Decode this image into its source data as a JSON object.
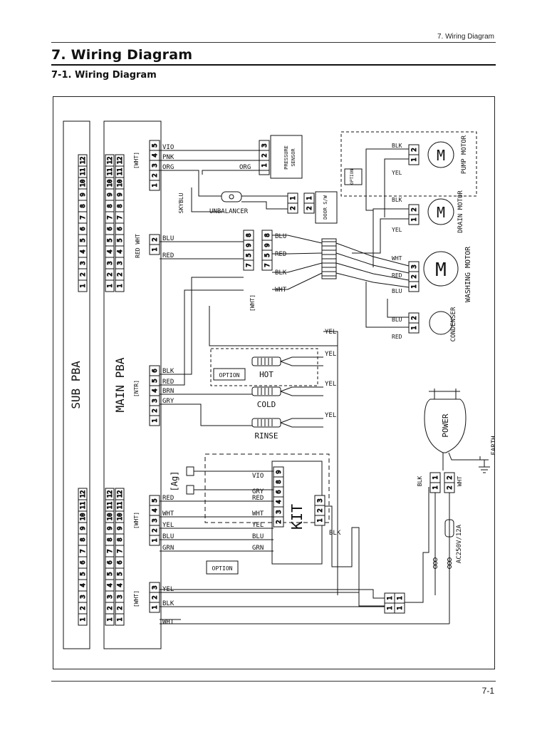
{
  "header": {
    "running_title": "7. Wiring Diagram",
    "title": "7. Wiring Diagram",
    "subtitle": "7-1. Wiring Diagram"
  },
  "footer": {
    "page_number": "7-1"
  },
  "diagram": {
    "boards": {
      "sub": "SUB PBA",
      "main": "MAIN PBA"
    },
    "pin_sequence": [
      "1",
      "2",
      "3",
      "4",
      "5",
      "6",
      "7",
      "8",
      "9",
      "10",
      "11",
      "12"
    ],
    "connector_tags": [
      "[WHT]",
      "RED WHT",
      "[NTR]",
      "[WHT]",
      "[WHT]",
      "[WHT]"
    ],
    "wire_colors": {
      "vio": "VIO",
      "pnk": "PNK",
      "org": "ORG",
      "skyblu": "SKYBLU",
      "blu": "BLU",
      "red": "RED",
      "blk": "BLK",
      "wht": "WHT",
      "yel": "YEL",
      "brn": "BRN",
      "gry": "GRY",
      "grn": "GRN"
    },
    "components": {
      "pressure_sensor": "PRESSURE SENSOR",
      "unbalancer": "UNBALANCER",
      "door_sw": "DOOR S/W",
      "pump_motor": "PUMP MOTOR",
      "drain_motor": "DRAIN MOTOR",
      "washing_motor": "WASHING MOTOR",
      "condenser": "CONDENSER",
      "power": "POWER",
      "earth": "EARTH",
      "fuse": "AC250V/12A",
      "kit": "KIT",
      "ag": "[Ag]",
      "option": "OPTION",
      "hot": "HOT",
      "cold": "COLD",
      "rinse": "RINSE",
      "motor_symbol": "M"
    }
  }
}
